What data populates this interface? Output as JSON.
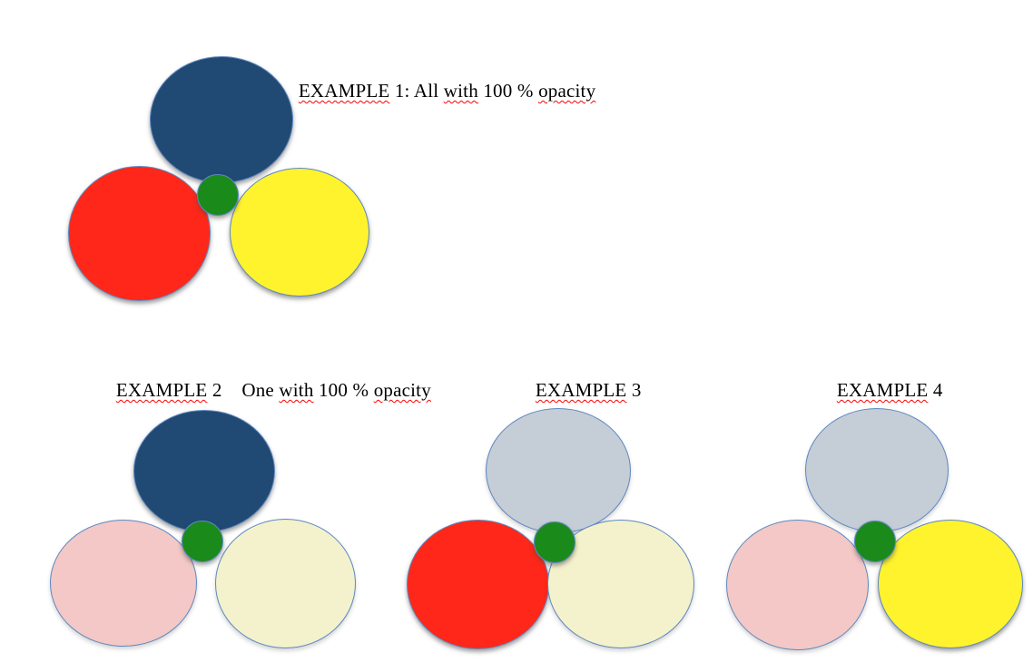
{
  "page": {
    "background": "#FFFFFF",
    "description": "Four groups of three large ellipses (blue top, red bottom-left, yellow bottom-right) with a small green circle at the tangent point, demonstrating fill opacity settings"
  },
  "colors": {
    "blue_full": "#204A73",
    "blue_faded": "#C5CDD7",
    "red_full": "#FE2719",
    "red_faded": "#F3C8C6",
    "yellow_full": "#FFF32E",
    "yellow_faded": "#F4F2CC",
    "green_full": "#1A8A1A",
    "ellipse_stroke": "#5E88C1",
    "spellcheck_squiggle": "#FF0000",
    "text": "#000000"
  },
  "examples": [
    {
      "label": "EXAMPLE 1",
      "title_full": "EXAMPLE 1: All with 100 % opacity",
      "title_segments": [
        {
          "text": "EXAMPLE",
          "misspelled": true
        },
        {
          "text": " 1: All ",
          "misspelled": false
        },
        {
          "text": "with",
          "misspelled": true
        },
        {
          "text": " 100 % ",
          "misspelled": false
        },
        {
          "text": "opacity",
          "misspelled": true
        }
      ],
      "shapes": {
        "top": {
          "name": "blue-ellipse",
          "fill": "#204A73",
          "opacity_state": "100%"
        },
        "left": {
          "name": "red-ellipse",
          "fill": "#FE2719",
          "opacity_state": "100%"
        },
        "right": {
          "name": "yellow-ellipse",
          "fill": "#FFF32E",
          "opacity_state": "100%"
        },
        "center": {
          "name": "green-circle",
          "fill": "#1A8A1A",
          "opacity_state": "100%"
        }
      }
    },
    {
      "label": "EXAMPLE 2",
      "title_full": "EXAMPLE 2    One with 100 % opacity",
      "title_segments": [
        {
          "text": "EXAMPLE",
          "misspelled": true
        },
        {
          "text": " 2    One ",
          "misspelled": false
        },
        {
          "text": "with",
          "misspelled": true
        },
        {
          "text": " 100 % ",
          "misspelled": false
        },
        {
          "text": "opacity",
          "misspelled": true
        }
      ],
      "shapes": {
        "top": {
          "name": "blue-ellipse",
          "fill": "#204A73",
          "opacity_state": "100%"
        },
        "left": {
          "name": "red-ellipse",
          "fill": "#F3C8C6",
          "opacity_state": "faded"
        },
        "right": {
          "name": "yellow-ellipse",
          "fill": "#F4F2CC",
          "opacity_state": "faded"
        },
        "center": {
          "name": "green-circle",
          "fill": "#1A8A1A",
          "opacity_state": "100%"
        }
      }
    },
    {
      "label": "EXAMPLE 3",
      "title_full": "EXAMPLE 3",
      "title_segments": [
        {
          "text": "EXAMPLE",
          "misspelled": true
        },
        {
          "text": " 3",
          "misspelled": false
        }
      ],
      "shapes": {
        "top": {
          "name": "blue-ellipse",
          "fill": "#C5CDD7",
          "opacity_state": "faded"
        },
        "left": {
          "name": "red-ellipse",
          "fill": "#FE2719",
          "opacity_state": "100%"
        },
        "right": {
          "name": "yellow-ellipse",
          "fill": "#F4F2CC",
          "opacity_state": "faded"
        },
        "center": {
          "name": "green-circle",
          "fill": "#1A8A1A",
          "opacity_state": "100%"
        }
      }
    },
    {
      "label": "EXAMPLE 4",
      "title_full": "EXAMPLE 4",
      "title_segments": [
        {
          "text": "EXAMPLE",
          "misspelled": true
        },
        {
          "text": " 4",
          "misspelled": false
        }
      ],
      "shapes": {
        "top": {
          "name": "blue-ellipse",
          "fill": "#C5CDD7",
          "opacity_state": "faded"
        },
        "left": {
          "name": "red-ellipse",
          "fill": "#F3C8C6",
          "opacity_state": "faded"
        },
        "right": {
          "name": "yellow-ellipse",
          "fill": "#FFF32E",
          "opacity_state": "100%"
        },
        "center": {
          "name": "green-circle",
          "fill": "#1A8A1A",
          "opacity_state": "100%"
        }
      }
    }
  ]
}
